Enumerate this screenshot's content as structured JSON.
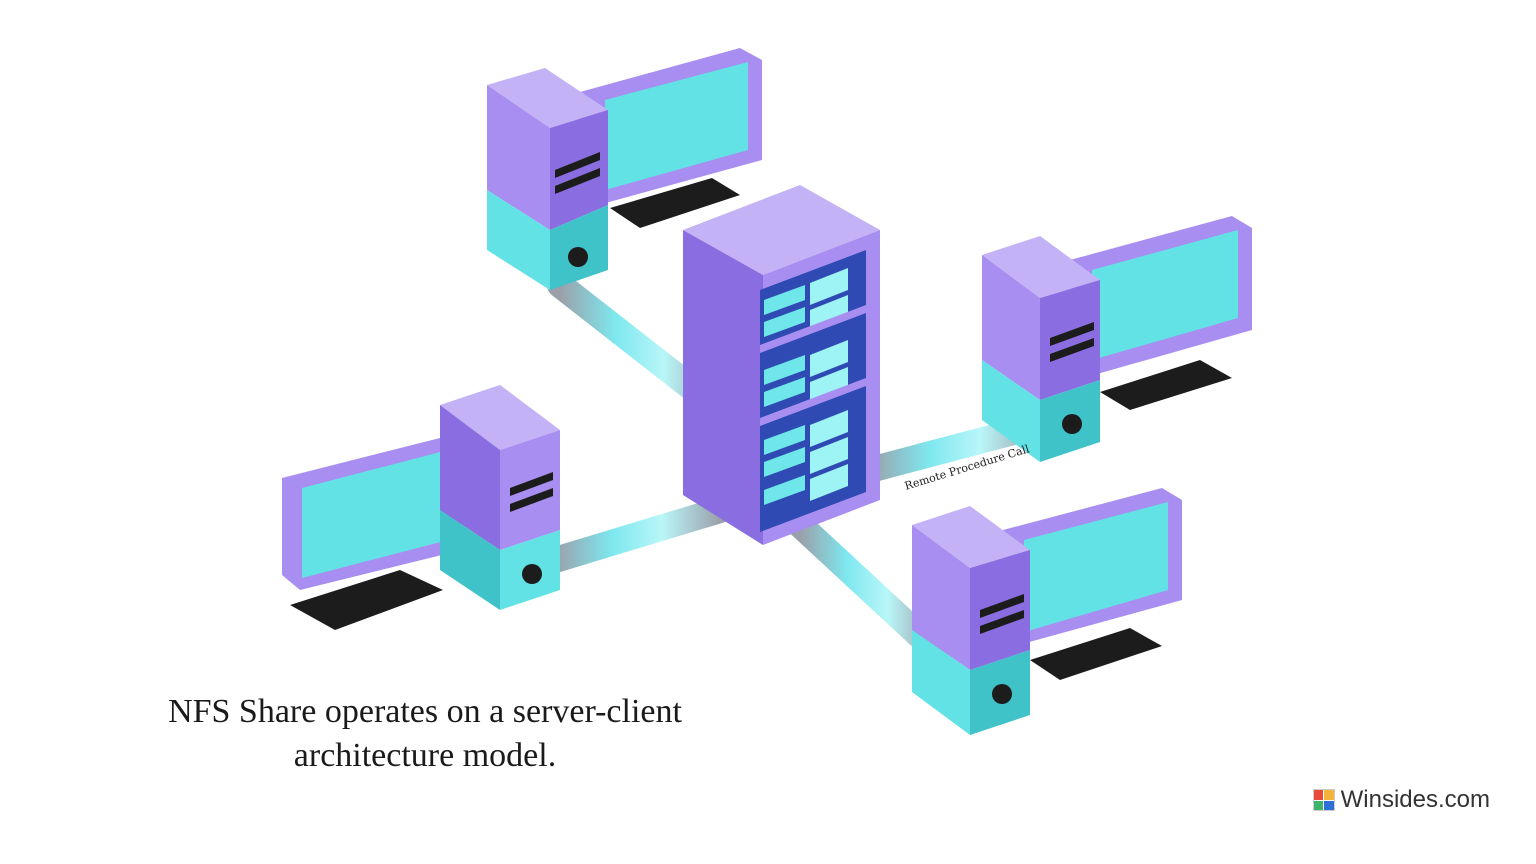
{
  "diagram": {
    "connection_label": "Remote Procedure Call",
    "nodes": [
      {
        "role": "server",
        "icon": "server-rack-icon"
      },
      {
        "role": "client",
        "icon": "desktop-computer-icon"
      },
      {
        "role": "client",
        "icon": "desktop-computer-icon"
      },
      {
        "role": "client",
        "icon": "desktop-computer-icon"
      },
      {
        "role": "client",
        "icon": "desktop-computer-icon"
      }
    ]
  },
  "caption": {
    "line1": "NFS Share operates on a server-client",
    "line2": "architecture model."
  },
  "brand": {
    "text": "Winsides.com",
    "icon": "winsides-logo-icon"
  },
  "colors": {
    "purple": "#a88ef0",
    "purple_dark": "#8466df",
    "cyan": "#62e2e4",
    "cyan_dark": "#3fc3c8",
    "black": "#1c1c1c"
  }
}
